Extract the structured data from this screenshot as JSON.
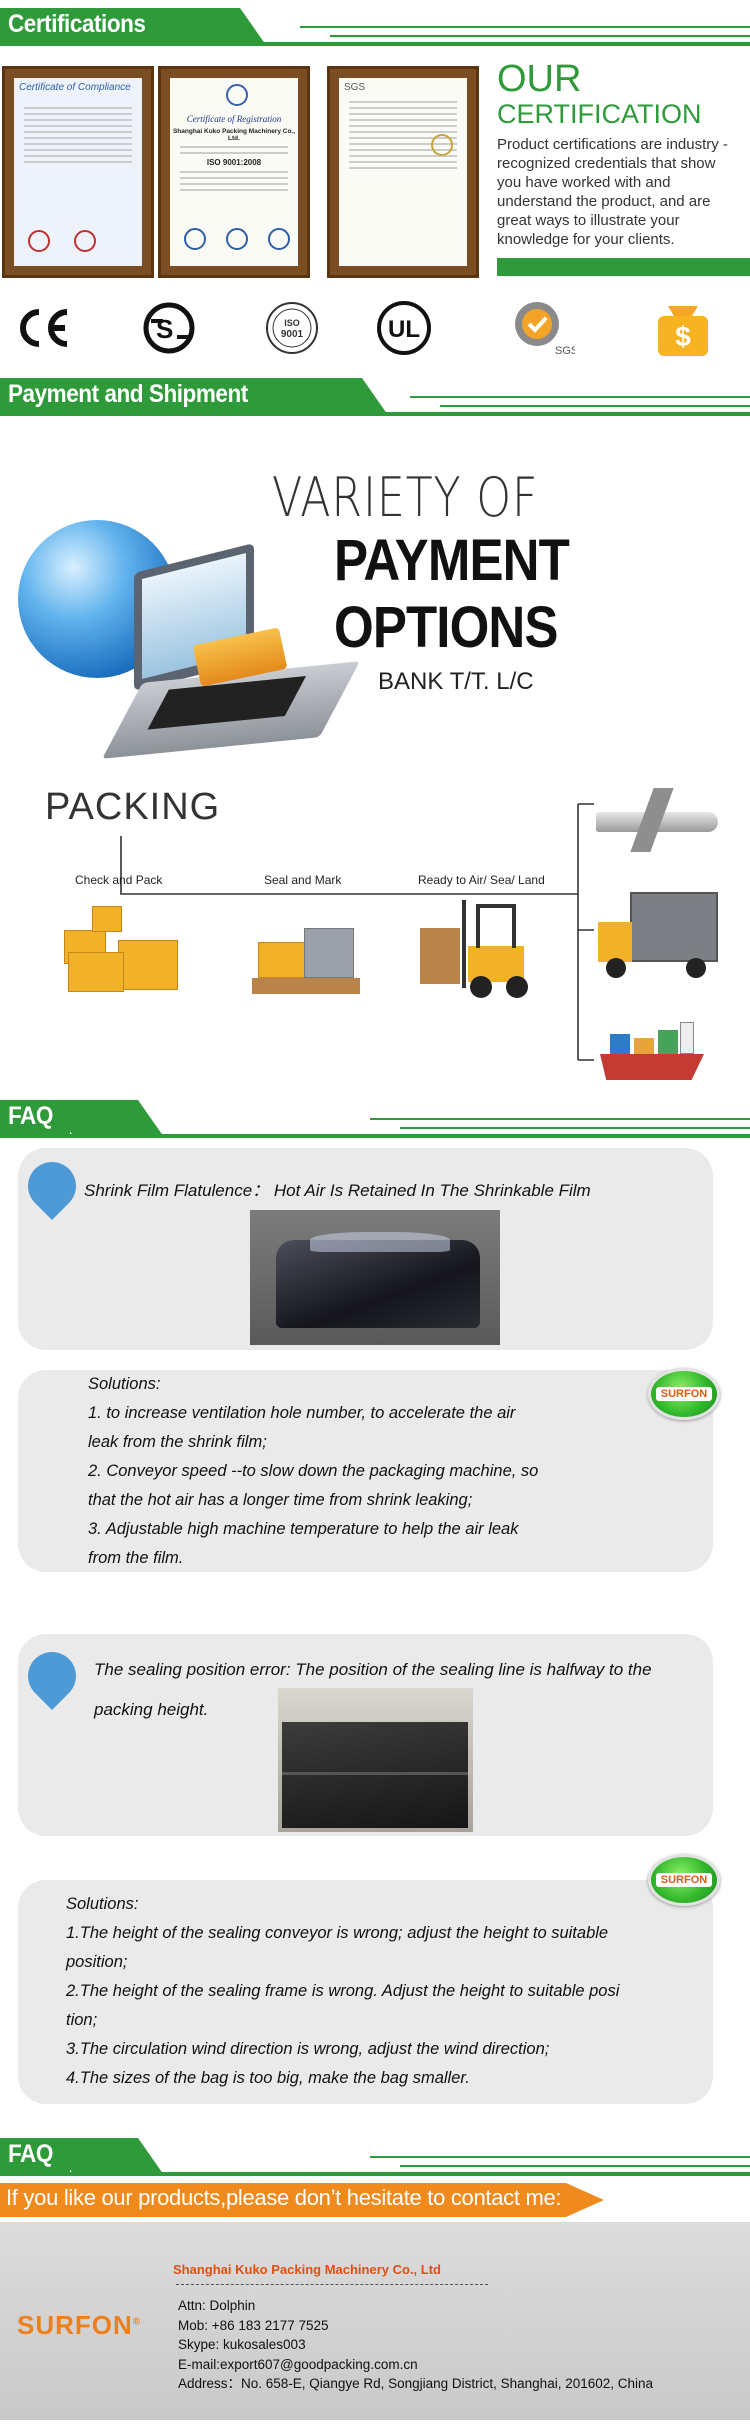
{
  "sections": {
    "certifications": "Certifications",
    "payment": "Payment and Shipment",
    "faq1": "FAQ",
    "faq2": "FAQ"
  },
  "certification": {
    "heading1": "OUR",
    "heading2": "CERTIFICATION",
    "description": "Product certifications are industry -recognized credentials that show you have worked with and understand the product, and are great ways to illustrate your knowledge for your clients.",
    "cert1_title": "Certificate of Compliance",
    "cert2_title": "Certificate of Registration",
    "cert2_company": "Shanghai Kuko Packing Machinery Co., Ltd.",
    "cert2_standard": "ISO 9001:2008",
    "cert3_title": "SGS",
    "logos": [
      "CE",
      "CSA",
      "ISO 9001",
      "UL",
      "SGS",
      "Money"
    ],
    "iso_text": "ISO 9001",
    "sgs_text": "SGS"
  },
  "payment": {
    "variety": "VARIETY OF",
    "options": "PAYMENT OPTIONS",
    "bank": "BANK T/T.  L/C"
  },
  "packing": {
    "title": "PACKING",
    "steps": [
      "Check and Pack",
      "Seal and Mark",
      "Ready to  Air/ Sea/ Land"
    ]
  },
  "faq": {
    "q1": "Shrink Film Flatulence：  Hot Air Is Retained In The Shrinkable Film",
    "s1_title": "Solutions:",
    "s1_lines": [
      "1. to increase ventilation hole number, to accelerate the air",
      "leak from the shrink film;",
      "2. Conveyor speed --to slow down the packaging machine, so",
      "that the hot air has a longer time from shrink leaking;",
      "3. Adjustable high machine temperature to help the air leak",
      "from the film."
    ],
    "q2_line1": "The sealing position error: The position of the sealing line is halfway to the",
    "q2_line2": "packing height.",
    "s2_title": "Solutions:",
    "s2_lines": [
      "1.The height of the sealing conveyor is wrong; adjust the height to suitable",
      "position;",
      "2.The height of the sealing frame is wrong. Adjust the height to suitable posi",
      "tion;",
      "3.The circulation wind direction is wrong, adjust the wind direction;",
      "4.The sizes of the bag is too big, make the bag smaller."
    ],
    "badge": "SURFON"
  },
  "contact": {
    "banner": "If you like our products,please don’t hesitate to contact me:",
    "company": "Shanghai Kuko Packing Machinery Co., Ltd",
    "brand": "SURFON",
    "lines": [
      "Attn: Dolphin",
      "Mob: +86 183 2177 7525",
      "Skype: kukosales003",
      "E-mail:export607@goodpacking.com.cn",
      "Address：No. 658-E, Qiangye Rd, Songjiang District, Shanghai, 201602, China"
    ]
  },
  "colors": {
    "green": "#2e9a3a",
    "orange": "#f08a1c",
    "blue": "#4e9ad6"
  }
}
